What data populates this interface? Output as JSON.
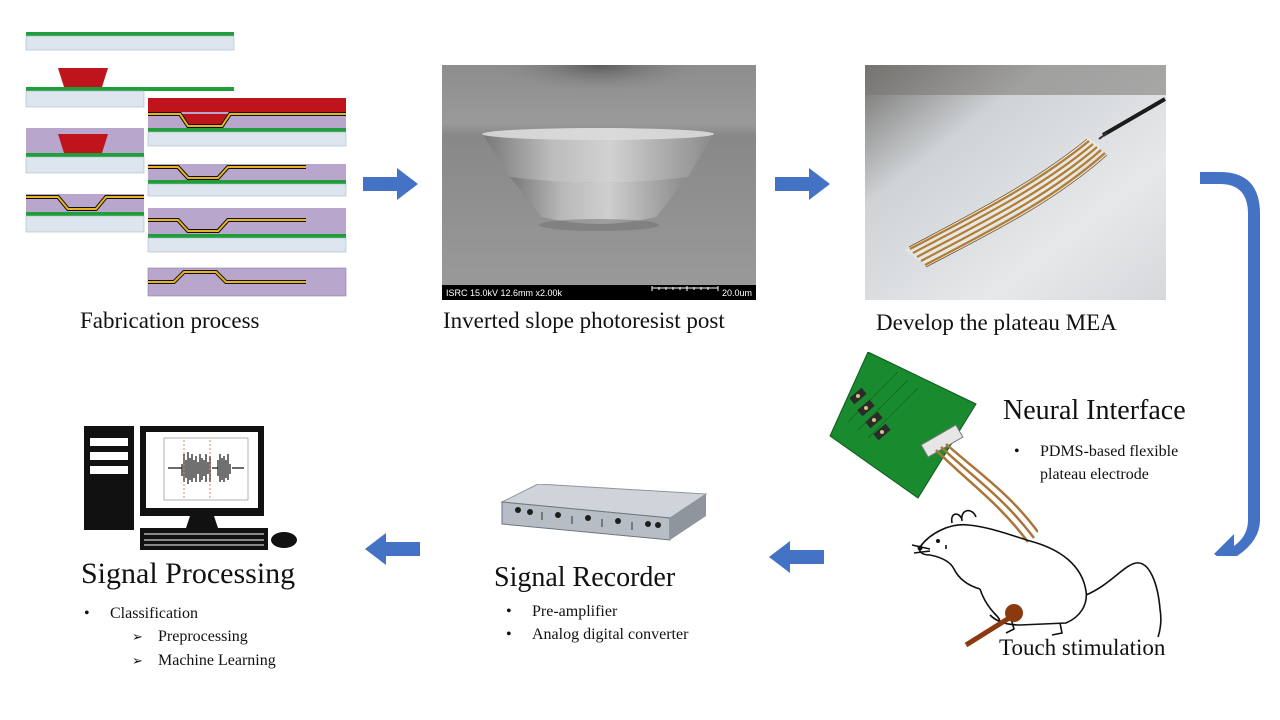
{
  "colors": {
    "arrow_blue": "#4472C4",
    "substrate": "#dde6ef",
    "green_layer": "#1f9e3a",
    "red_resist": "#c0141c",
    "purple_pdms": "#b8a6cc",
    "gold_metal": "#e8b320",
    "pcb_green": "#1a8a2e"
  },
  "steps": {
    "fabrication": {
      "caption": "Fabrication process"
    },
    "sem": {
      "caption": "Inverted slope photoresist post",
      "info_bar": "ISRC 15.0kV 12.6mm x2.00k",
      "scale_label": "20.0um"
    },
    "mea": {
      "caption": "Develop the plateau MEA"
    },
    "neural": {
      "title": "Neural Interface",
      "bullets": [
        "PDMS-based flexible",
        "plateau electrode"
      ],
      "bullet_marker": "•"
    },
    "touch": {
      "caption": "Touch stimulation"
    },
    "recorder": {
      "title": "Signal Recorder",
      "bullets": [
        "Pre-amplifier",
        "Analog digital converter"
      ],
      "bullet_marker": "•"
    },
    "processing": {
      "title": "Signal Processing",
      "bullets": [
        "Classification"
      ],
      "sub_bullets": [
        "Preprocessing",
        "Machine Learning"
      ],
      "bullet_marker": "•",
      "sub_marker": "➢"
    }
  }
}
